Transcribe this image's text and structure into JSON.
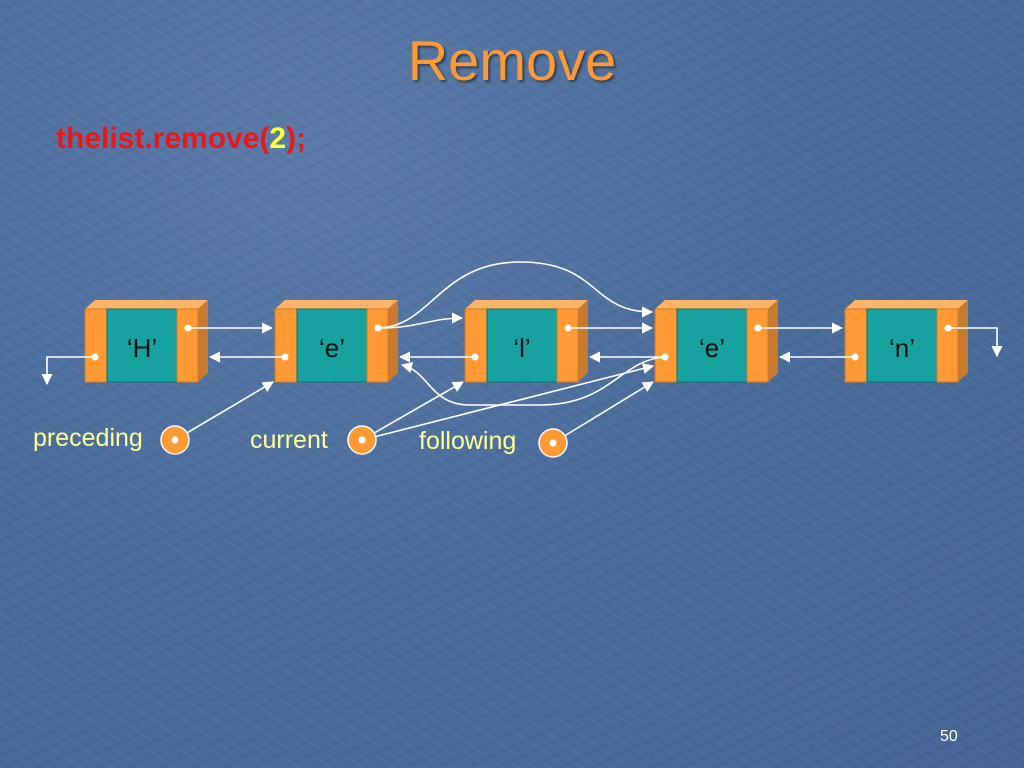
{
  "slide": {
    "title": "Remove",
    "code": {
      "prefix": "thelist.remove(",
      "argument": "2",
      "suffix": ");"
    },
    "page_number": "50"
  },
  "nodes": [
    "‘H’",
    "‘e’",
    "‘l’",
    "‘e’",
    "‘n’"
  ],
  "pointers": {
    "preceding": "preceding",
    "current": "current",
    "following": "following"
  },
  "colors": {
    "background": "#4b6d9c",
    "title": "#ff9933",
    "code_text": "#e8181a",
    "code_argument": "#ffff44",
    "label_text": "#ffff99",
    "node_data": "#17a2a0",
    "node_link": "#ff9933",
    "arrow": "#ffffff"
  }
}
